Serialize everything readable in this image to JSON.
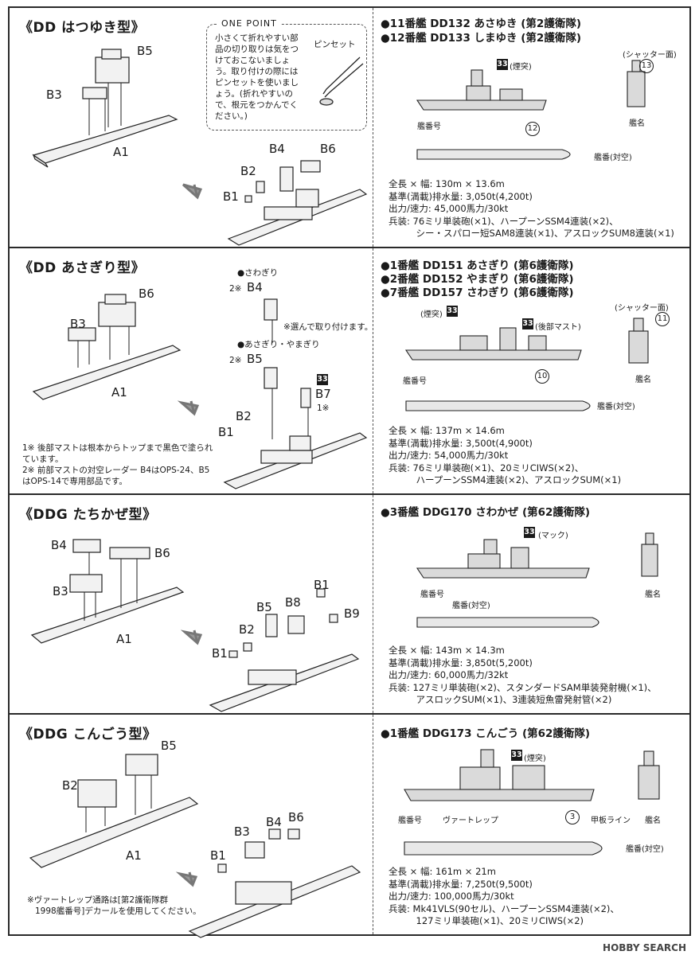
{
  "watermark": "HOBBY SEARCH",
  "sections": [
    {
      "title": "《DD はつゆき型》",
      "part_labels": [
        "B5",
        "B3",
        "A1",
        "B4",
        "B6",
        "B2",
        "B1"
      ],
      "one_point": {
        "header": "ONE POINT",
        "text": "小さくて折れやすい部品の切り取りは気をつけておこないましょう。取り付けの際にはピンセットを使いましょう。(折れやすいので、根元をつかんでください。)",
        "tool_label": "ピンセット"
      },
      "ships": [
        "●11番艦 DD132 あさゆき (第2護衛隊)",
        "●12番艦 DD133 しまゆき (第2護衛隊)"
      ],
      "callouts": {
        "badge": "33",
        "badge_label": "(煙突)",
        "hull_no": "艦番号",
        "shutter": "(シャッター面)",
        "shutter_num": "13",
        "name_label": "艦名",
        "deck_num": "12",
        "deck_label": "艦番(対空)"
      },
      "specs": [
        "全長 × 幅: 130m × 13.6m",
        "基準(満載)排水量: 3,050t(4,200t)",
        "出力/速力: 45,000馬力/30kt",
        "兵装: 76ミリ単装砲(×1)、ハープーンSSM4連装(×2)、",
        "　　　シー・スパロー短SAM8連装(×1)、アスロックSUM8連装(×1)"
      ]
    },
    {
      "title": "《DD あさぎり型》",
      "part_labels": [
        "B6",
        "B3",
        "A1",
        "B4",
        "B5",
        "B7",
        "B2",
        "B1"
      ],
      "variant_notes": [
        "●さわぎり",
        "2※",
        "※選んで取り付けます。",
        "●あさぎり・やまぎり",
        "2※",
        "1※"
      ],
      "footnotes": [
        "1※ 後部マストは根本からトップまで黒色で塗られています。",
        "2※ 前部マストの対空レーダー B4はOPS-24、B5はOPS-14で専用部品です。"
      ],
      "ships": [
        "●1番艦 DD151 あさぎり (第6護衛隊)",
        "●2番艦 DD152 やまぎり (第6護衛隊)",
        "●7番艦 DD157 さわぎり (第6護衛隊)"
      ],
      "callouts": {
        "badge": "33",
        "funnel": "(煙突)",
        "mast": "(後部マスト)",
        "hull_no": "艦番号",
        "shutter": "(シャッター面)",
        "shutter_num": "11",
        "name_label": "艦名",
        "deck_num": "10",
        "deck_label": "艦番(対空)"
      },
      "specs": [
        "全長 × 幅: 137m × 14.6m",
        "基準(満載)排水量: 3,500t(4,900t)",
        "出力/速力: 54,000馬力/30kt",
        "兵装: 76ミリ単装砲(×1)、20ミリCIWS(×2)、",
        "　　　ハープーンSSM4連装(×2)、アスロックSUM(×1)"
      ]
    },
    {
      "title": "《DDG たちかぜ型》",
      "part_labels": [
        "B4",
        "B6",
        "B3",
        "A1",
        "B1",
        "B5",
        "B8",
        "B9",
        "B2",
        "B1"
      ],
      "ships": [
        "●3番艦 DDG170 さわかぜ (第62護衛隊)"
      ],
      "callouts": {
        "badge": "33",
        "mack": "(マック)",
        "hull_no": "艦番号",
        "name_label": "艦名",
        "deck_label": "艦番(対空)"
      },
      "specs": [
        "全長 × 幅: 143m × 14.3m",
        "基準(満載)排水量: 3,850t(5,200t)",
        "出力/速力: 60,000馬力/32kt",
        "兵装: 127ミリ単装砲(×2)、スタンダードSAM単装発射機(×1)、",
        "　　　アスロックSUM(×1)、3連装短魚雷発射管(×2)"
      ]
    },
    {
      "title": "《DDG こんごう型》",
      "part_labels": [
        "B5",
        "B2",
        "A1",
        "B3",
        "B4",
        "B6",
        "B1"
      ],
      "footnotes": [
        "※ヴァートレップ通路は[第2護衛隊群",
        "1998艦番号]デカールを使用してください。"
      ],
      "ships": [
        "●1番艦 DDG173 こんごう (第62護衛隊)"
      ],
      "callouts": {
        "badge": "33",
        "funnel": "(煙突)",
        "hull_no": "艦番号",
        "vertrep": "ヴァートレップ",
        "deck_num": "3",
        "deck_line": "甲板ライン",
        "name_label": "艦名",
        "deck_label": "艦番(対空)"
      },
      "specs": [
        "全長 × 幅: 161m × 21m",
        "基準(満載)排水量: 7,250t(9,500t)",
        "出力/速力: 100,000馬力/30kt",
        "兵装: Mk41VLS(90セル)、ハープーンSSM4連装(×2)、",
        "　　　127ミリ単装砲(×1)、20ミリCIWS(×2)"
      ]
    }
  ]
}
